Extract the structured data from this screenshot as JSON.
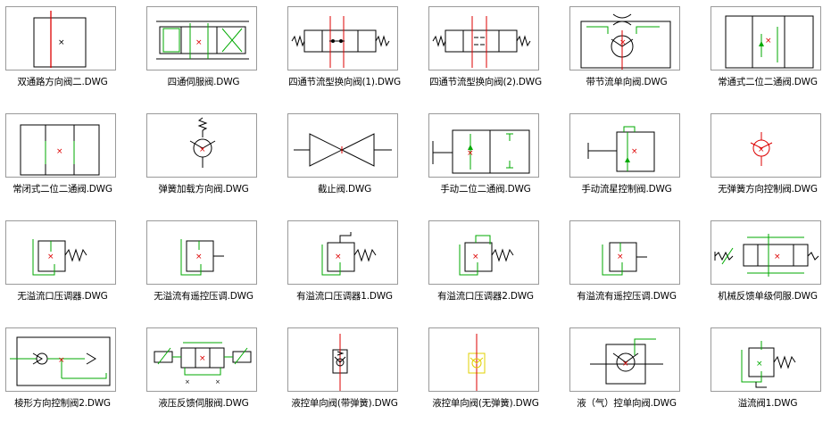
{
  "files": [
    {
      "label": "双通路方向阀二.DWG",
      "icon": "dual-path-directional-valve-icon"
    },
    {
      "label": "四通伺服阀.DWG",
      "icon": "four-way-servo-valve-icon"
    },
    {
      "label": "四通节流型换向阀(1).DWG",
      "icon": "four-way-throttle-reversing-valve-1-icon"
    },
    {
      "label": "四通节流型换向阀(2).DWG",
      "icon": "four-way-throttle-reversing-valve-2-icon"
    },
    {
      "label": "带节流单向阀.DWG",
      "icon": "check-valve-with-throttle-icon"
    },
    {
      "label": "常通式二位二通阀.DWG",
      "icon": "normally-open-2-2-valve-icon"
    },
    {
      "label": "常闭式二位二通阀.DWG",
      "icon": "normally-closed-2-2-valve-icon"
    },
    {
      "label": "弹簧加载方向阀.DWG",
      "icon": "spring-loaded-directional-valve-icon"
    },
    {
      "label": "截止阀.DWG",
      "icon": "shutoff-valve-icon"
    },
    {
      "label": "手动二位二通阀.DWG",
      "icon": "manual-2-2-valve-icon"
    },
    {
      "label": "手动流星控制阀.DWG",
      "icon": "manual-flow-control-valve-icon"
    },
    {
      "label": "无弹簧方向控制阀.DWG",
      "icon": "springless-directional-control-valve-icon"
    },
    {
      "label": "无溢流口压调器.DWG",
      "icon": "pressure-regulator-no-relief-icon"
    },
    {
      "label": "无溢流有遥控压调.DWG",
      "icon": "remote-pressure-regulator-no-relief-icon"
    },
    {
      "label": "有溢流口压调器1.DWG",
      "icon": "pressure-regulator-relief-1-icon"
    },
    {
      "label": "有溢流口压调器2.DWG",
      "icon": "pressure-regulator-relief-2-icon"
    },
    {
      "label": "有溢流有遥控压调.DWG",
      "icon": "remote-pressure-regulator-relief-icon"
    },
    {
      "label": "机械反馈单级伺服.DWG",
      "icon": "mechanical-feedback-servo-icon"
    },
    {
      "label": "棱形方向控制阀2.DWG",
      "icon": "shuttle-directional-control-valve-icon"
    },
    {
      "label": "液压反馈伺服阀.DWG",
      "icon": "hydraulic-feedback-servo-valve-icon"
    },
    {
      "label": "液控单向阀(带弹簧).DWG",
      "icon": "pilot-check-valve-spring-icon"
    },
    {
      "label": "液控单向阀(无弹簧).DWG",
      "icon": "pilot-check-valve-no-spring-icon"
    },
    {
      "label": "液（气）控单向阀.DWG",
      "icon": "pilot-check-valve-pneumatic-icon"
    },
    {
      "label": "溢流阀1.DWG",
      "icon": "relief-valve-1-icon"
    }
  ]
}
